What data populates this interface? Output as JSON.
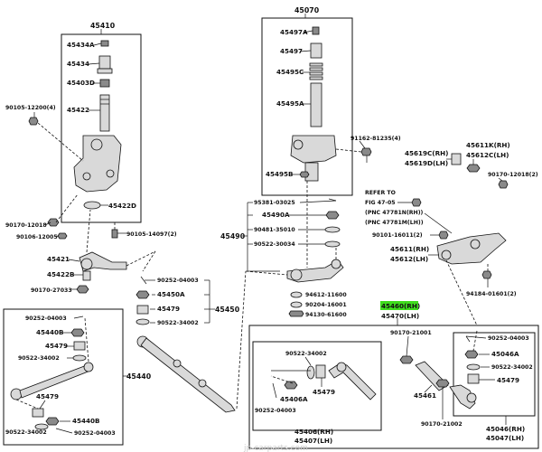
{
  "diagram": {
    "highlight_color": "#3fdc1e",
    "watermark": "jp-carparts.com",
    "box_labels": {
      "b45410": "45410",
      "b45070": "45070",
      "b45490": "45490",
      "b45450": "45450",
      "b45440": "45440",
      "b45406": "45406(RH)",
      "b45407": "45407(LH)",
      "b45046": "45046(RH)",
      "b45047": "45047(LH)"
    },
    "refer_to": {
      "l1": "REFER TO",
      "l2": "FIG 47-05",
      "l3": "(PNC 47781N(RH))",
      "l4": "(PNC 47781M(LH))"
    },
    "highlighted": {
      "rh": "45460(RH)",
      "lh": "45470(LH)"
    },
    "labels": {
      "p45434A": "45434A",
      "p45434": "45434",
      "p45403D": "45403D",
      "p45422": "45422",
      "p90105_12200": "90105-12200(4)",
      "p45422D": "45422D",
      "p90170_12018a": "90170-12018",
      "p90106_12005": "90106-12005",
      "p90105_14097": "90105-14097(2)",
      "p45421": "45421",
      "p45422B": "45422B",
      "p90170_27033": "90170-27033",
      "p45497A": "45497A",
      "p45497": "45497",
      "p45495C": "45495C",
      "p45495A": "45495A",
      "p91162": "91162-81235(4)",
      "p45495B": "45495B",
      "p95381": "95381-03025",
      "p45490A": "45490A",
      "p90481": "90481-35010",
      "p90522_30034": "90522-30034",
      "p45619C": "45619C(RH)",
      "p45619D": "45619D(LH)",
      "p45611K": "45611K(RH)",
      "p45612C": "45612C(LH)",
      "p90170_12018b": "90170-12018(2)",
      "p90101": "90101-16011(2)",
      "p45611": "45611(RH)",
      "p45612": "45612(LH)",
      "p94184": "94184-01601(2)",
      "p90252_04003a": "90252-04003",
      "p45450A": "45450A",
      "p45479a": "45479",
      "p90522_34002a": "90522-34002",
      "p94612": "94612-11600",
      "p90204": "90204-16001",
      "p94130": "94130-61600",
      "p90252_04003b": "90252-04003",
      "p45440B_a": "45440B",
      "p45479b": "45479",
      "p90522_34002b": "90522-34002",
      "p45479c": "45479",
      "p45440B_b": "45440B",
      "p90252_04003c": "90252-04003",
      "p90522_34002c": "90522-34002",
      "p45406A": "45406A",
      "p45479d": "45479",
      "p90252_04003d": "90252-04003",
      "p90170_21001": "90170-21001",
      "p45461": "45461",
      "p90170_21002": "90170-21002",
      "p90252_04003e": "90252-04003",
      "p45046A": "45046A",
      "p90522_34002d": "90522-34002",
      "p45479e": "45479"
    }
  }
}
